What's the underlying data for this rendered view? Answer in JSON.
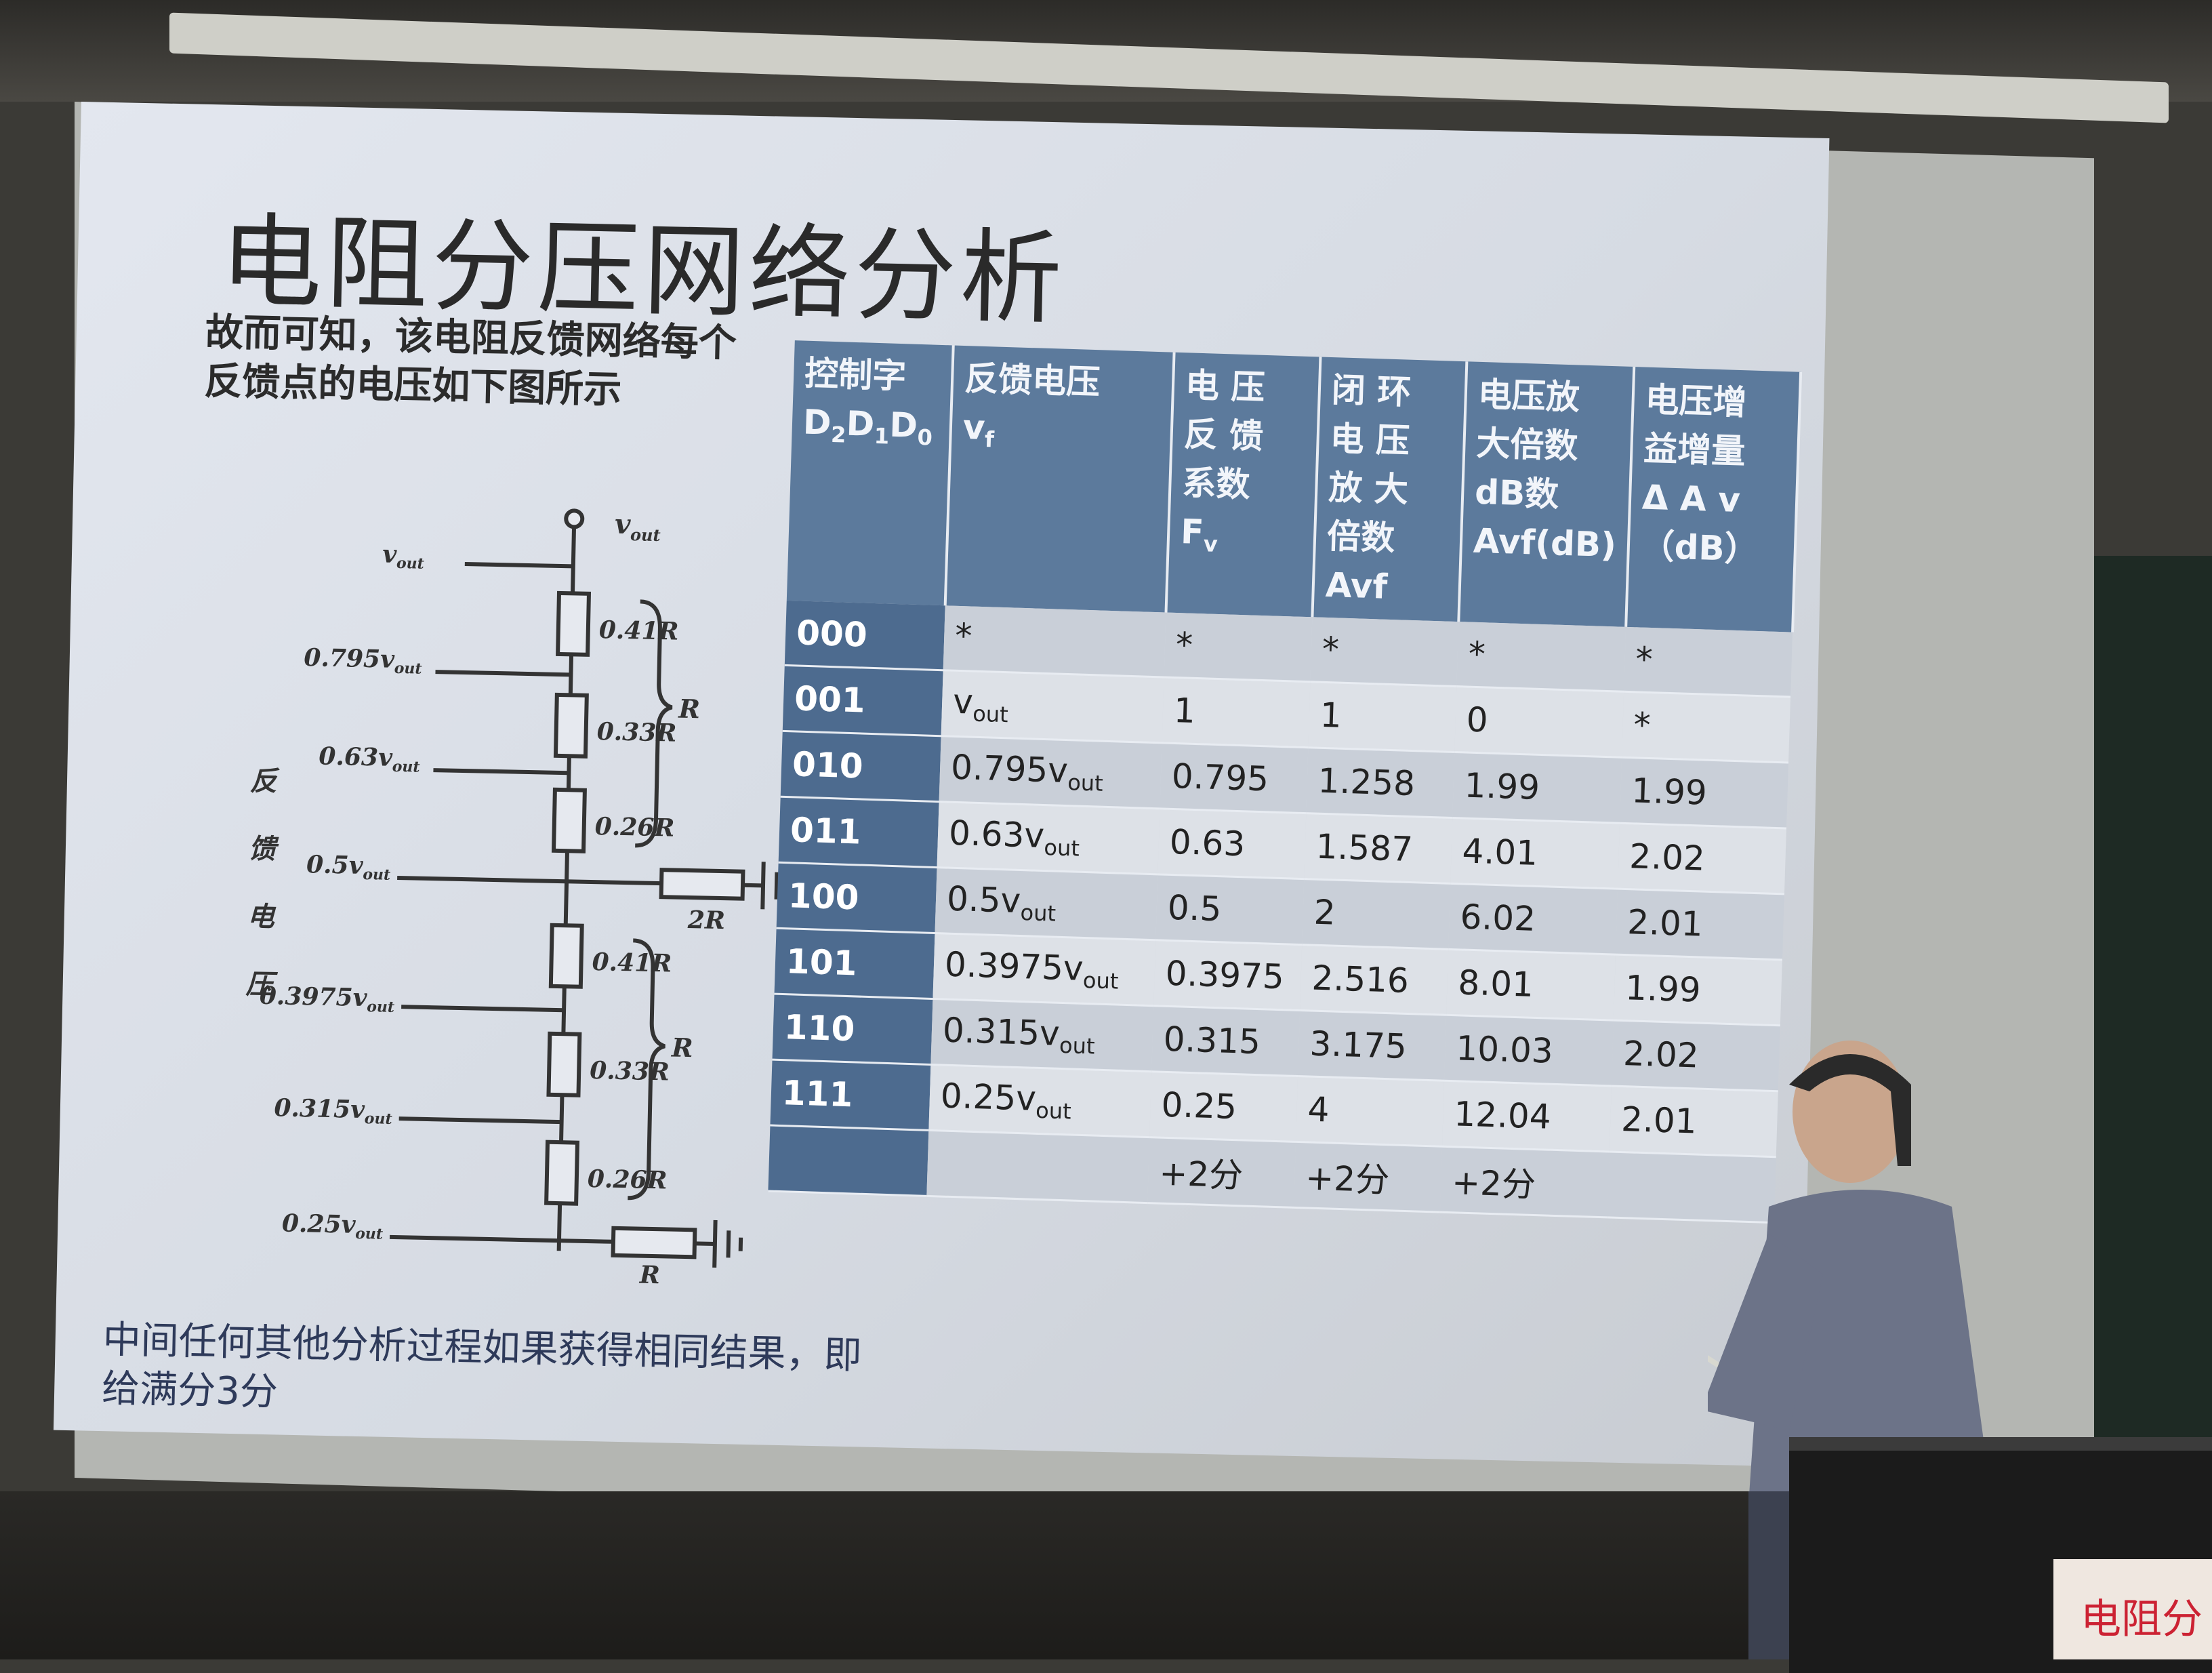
{
  "slide": {
    "title": "电阻分压网络分析",
    "intro": "故而可知，该电阻反馈网络每个反馈点的电压如下图所示",
    "footer": "中间任何其他分析过程如果获得相同结果，即给满分3分"
  },
  "circuit": {
    "vout_top": "v",
    "vout_sub": "out",
    "feedback_label": [
      "反",
      "馈",
      "电",
      "压"
    ],
    "taps": [
      {
        "coef": "",
        "var": "v",
        "sub": "out"
      },
      {
        "coef": "0.795",
        "var": "v",
        "sub": "out"
      },
      {
        "coef": "0.63",
        "var": "v",
        "sub": "out"
      },
      {
        "coef": "0.5",
        "var": "v",
        "sub": "out"
      },
      {
        "coef": "0.3975",
        "var": "v",
        "sub": "out"
      },
      {
        "coef": "0.315",
        "var": "v",
        "sub": "out"
      },
      {
        "coef": "0.25",
        "var": "v",
        "sub": "out"
      }
    ],
    "resistors": [
      "0.41R",
      "0.33R",
      "0.26R",
      "0.41R",
      "0.33R",
      "0.26R"
    ],
    "group_label": "R",
    "shunt_mid": "2R",
    "shunt_bottom": "R"
  },
  "table": {
    "headers": [
      {
        "line1": "控制字",
        "line2": "D",
        "subs": [
          "2",
          "1",
          "0"
        ]
      },
      {
        "line1": "反馈电压",
        "line2": "v",
        "sub": "f"
      },
      {
        "line1": "电 压 反 馈 系数",
        "line2": "F",
        "sub": "v"
      },
      {
        "line1": "闭 环 电 压 放 大 倍数",
        "line2": "Avf"
      },
      {
        "line1": "电压放 大倍数 dB数",
        "line2": "Avf(dB)"
      },
      {
        "line1": "电压增 益增量",
        "line2": "Δ A v （dB）"
      }
    ],
    "rows": [
      {
        "code": "000",
        "vf_coef": "*",
        "vf_sub": "",
        "fv": "*",
        "avf": "*",
        "db": "*",
        "delta": "*"
      },
      {
        "code": "001",
        "vf_coef": "v",
        "vf_sub": "out",
        "fv": "1",
        "avf": "1",
        "db": "0",
        "delta": "*"
      },
      {
        "code": "010",
        "vf_coef": "0.795v",
        "vf_sub": "out",
        "fv": "0.795",
        "avf": "1.258",
        "db": "1.99",
        "delta": "1.99"
      },
      {
        "code": "011",
        "vf_coef": "0.63v",
        "vf_sub": "out",
        "fv": "0.63",
        "avf": "1.587",
        "db": "4.01",
        "delta": "2.02"
      },
      {
        "code": "100",
        "vf_coef": "0.5v",
        "vf_sub": "out",
        "fv": "0.5",
        "avf": "2",
        "db": "6.02",
        "delta": "2.01"
      },
      {
        "code": "101",
        "vf_coef": "0.3975v",
        "vf_sub": "out",
        "fv": "0.3975",
        "avf": "2.516",
        "db": "8.01",
        "delta": "1.99"
      },
      {
        "code": "110",
        "vf_coef": "0.315v",
        "vf_sub": "out",
        "fv": "0.315",
        "avf": "3.175",
        "db": "10.03",
        "delta": "2.02"
      },
      {
        "code": "111",
        "vf_coef": "0.25v",
        "vf_sub": "out",
        "fv": "0.25",
        "avf": "4",
        "db": "12.04",
        "delta": "2.01"
      },
      {
        "code": "",
        "vf_coef": "",
        "vf_sub": "",
        "fv": "+2分",
        "avf": "+2分",
        "db": "+2分",
        "delta": ""
      }
    ]
  },
  "podium_card": "电阻分"
}
